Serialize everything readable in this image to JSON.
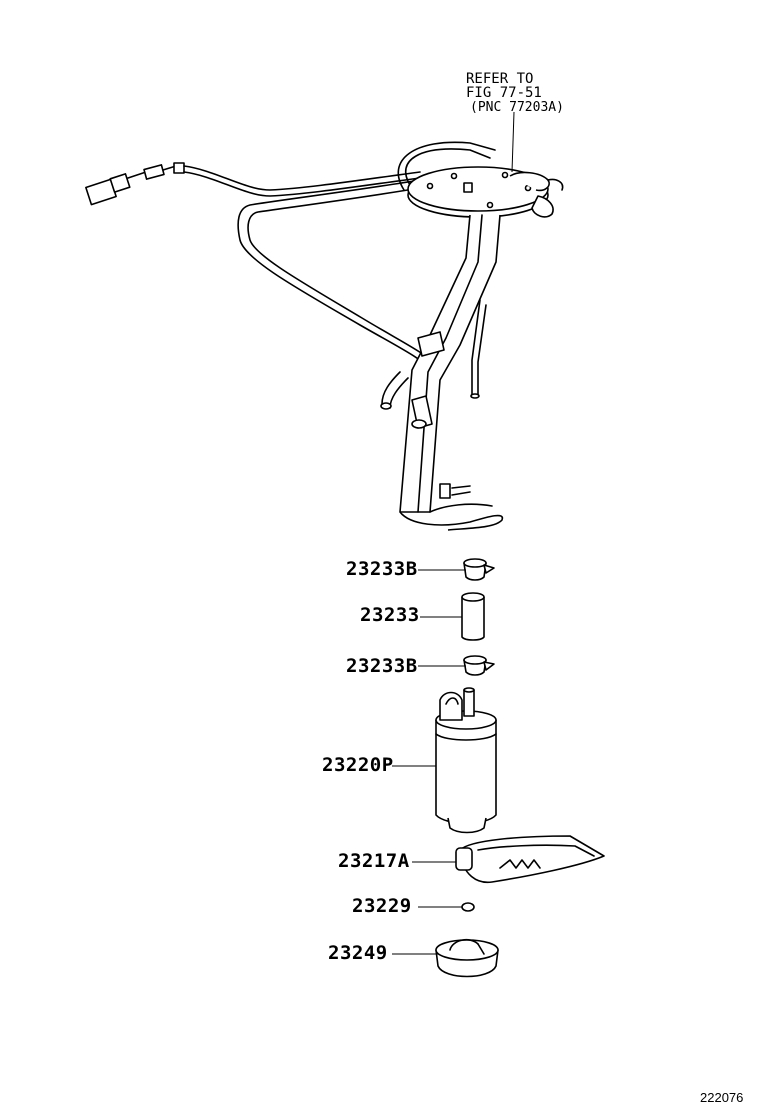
{
  "reference_note": {
    "line1": "REFER TO",
    "line2": "FIG 77-51",
    "line3": "(PNC 77203A)"
  },
  "parts": [
    {
      "id": "23233B_upper",
      "label": "23233B"
    },
    {
      "id": "23233",
      "label": "23233"
    },
    {
      "id": "23233B_lower",
      "label": "23233B"
    },
    {
      "id": "23220P",
      "label": "23220P"
    },
    {
      "id": "23217A",
      "label": "23217A"
    },
    {
      "id": "23229",
      "label": "23229"
    },
    {
      "id": "23249",
      "label": "23249"
    }
  ],
  "figure_number": "222076"
}
